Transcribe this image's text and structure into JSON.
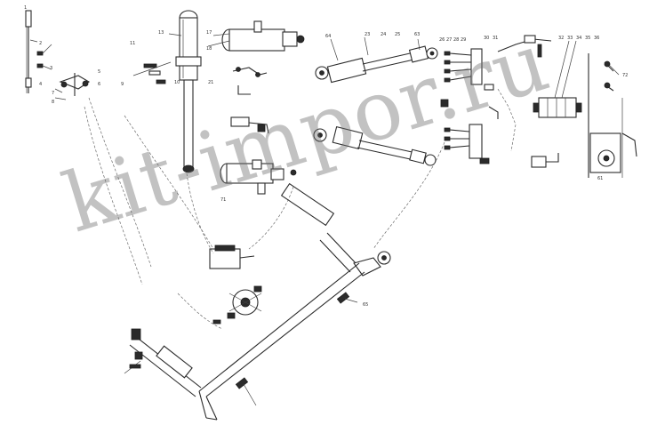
{
  "diagram": {
    "watermark_text": "kit-impor.ru",
    "labels": {
      "l1": "1",
      "l2": "2",
      "l3": "3",
      "l4": "4",
      "l5": "5",
      "l6": "6",
      "l7": "7",
      "l8": "8",
      "l9": "9",
      "l10": "10",
      "l11": "11",
      "l13": "13",
      "l17": "17",
      "l18": "18",
      "l21": "21",
      "l23": "23",
      "l24": "24",
      "l25": "25",
      "l26": "26",
      "l27": "27",
      "l28": "28",
      "l29": "29",
      "l30": "30",
      "l31": "31",
      "l32": "32",
      "l33": "33",
      "l34": "34",
      "l35": "35",
      "l36": "36",
      "l61": "61",
      "l63": "63",
      "l64": "64",
      "l65": "65",
      "l71": "71",
      "l72": "72"
    }
  }
}
